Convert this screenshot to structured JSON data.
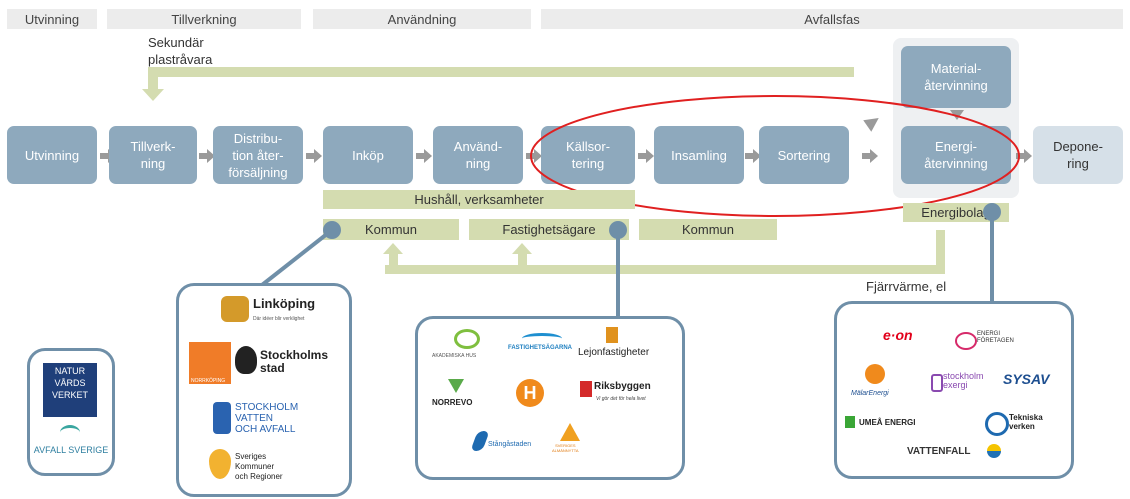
{
  "phases": [
    "Utvinning",
    "Tillverkning",
    "Användning",
    "Avfallsfas"
  ],
  "secondary_material_label": "Sekundär\nplastråvara",
  "steps": [
    "Utvinning",
    "Tillverk-\nning",
    "Distribu-\ntion åter-\nförsäljning",
    "Inköp",
    "Använd-\nning",
    "Källsor-\ntering",
    "Insamling",
    "Sortering",
    "Material-\nåtervinning",
    "Energi-\nåtervinning",
    "Depone-\nring"
  ],
  "actor_bars": {
    "households": "Hushåll, verksamheter",
    "municipality_left": "Kommun",
    "property_owners": "Fastighetsägare",
    "municipality_right": "Kommun",
    "energy_companies": "Energibolag"
  },
  "district_heating_label": "Fjärrvärme, el",
  "logos": {
    "left": [
      "NATUR\nVÅRDS\nVERKET",
      "AVFALL SVERIGE"
    ],
    "municipal": [
      "Linköping",
      "Där idéer blir verklighet",
      "NORRKÖPING",
      "Stockholms\nstad",
      "STOCKHOLM\nVATTEN\nOCH AVFALL",
      "Sveriges\nKommuner\noch Regioner"
    ],
    "property": [
      "AKADEMISKA HUS",
      "FASTIGHETSÄGARNA",
      "Lejonfastigheter",
      "NORREVO",
      "Riksbyggen",
      "Vi gör det för hela livet",
      "Stångåstaden",
      "SVERIGES\nALMÄNNYTTA"
    ],
    "energy": [
      "e·on",
      "ENERGI\nFÖRETAGEN",
      "MälarEnergi",
      "stockholm\nexergi",
      "SYSAV",
      "UMEÅ ENERGI",
      "Tekniska\nverken",
      "VATTENFALL"
    ]
  },
  "colors": {
    "step_blue": "#8ea9bd",
    "deposit_light": "#d6e0e8",
    "green_bar": "#d4dcb0",
    "connector": "#6f8fa8",
    "highlight_ellipse": "#e02020"
  }
}
